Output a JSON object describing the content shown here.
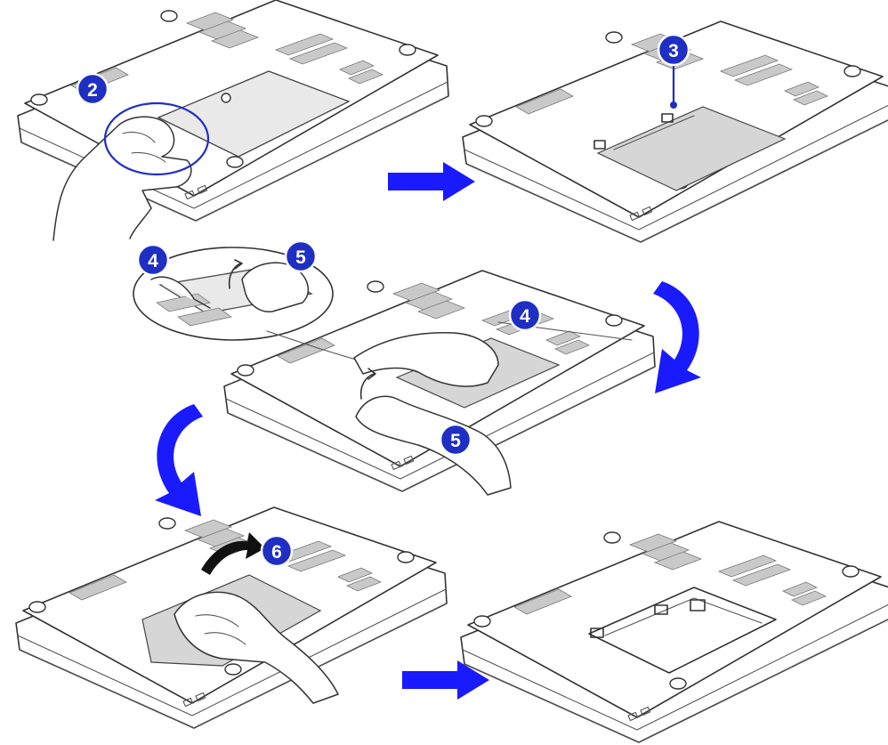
{
  "steps": {
    "step_2": "2",
    "step_3": "3",
    "step_4_detail": "4",
    "step_5_detail": "5",
    "step_4": "4",
    "step_5": "5",
    "step_6": "6"
  },
  "colors": {
    "badge": "#1f2fc4",
    "arrow": "#1a1aff",
    "line_art": "#333333"
  },
  "icons": {
    "flow_arrow": "right-arrow-icon",
    "rotate_arrow": "curved-arrow-icon",
    "lift_arrow": "curved-lift-arrow-icon"
  }
}
